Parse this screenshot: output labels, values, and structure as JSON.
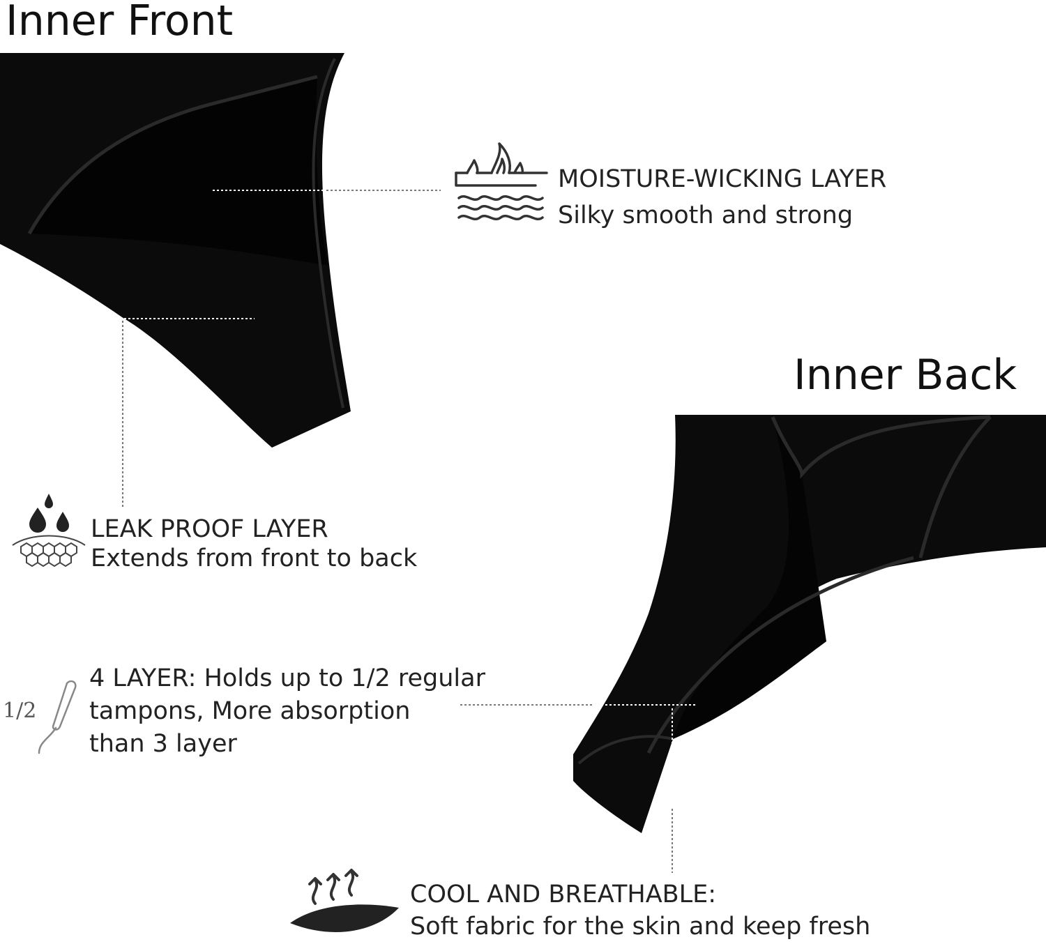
{
  "headings": {
    "inner_front": "Inner Front",
    "inner_back": "Inner Back"
  },
  "features": {
    "moisture": {
      "title": "MOISTURE-WICKING LAYER",
      "desc": "Silky smooth and strong",
      "icon": "flame-water-icon"
    },
    "leak": {
      "title": "LEAK PROOF LAYER",
      "desc": "Extends from front to back",
      "icon": "droplets-mesh-icon"
    },
    "layer": {
      "lines": [
        "4 LAYER: Holds up to 1/2 regular",
        "tampons, More absorption",
        "than 3 layer"
      ],
      "icon_label": "1/2",
      "icon": "tampon-icon"
    },
    "cool": {
      "title": "COOL AND BREATHABLE:",
      "desc": "Soft fabric for the skin and keep fresh",
      "icon": "airflow-leaf-icon"
    }
  },
  "colors": {
    "garment": "#0b0b0b",
    "gusset": "#030303",
    "text": "#222222",
    "leader": "#777777"
  }
}
